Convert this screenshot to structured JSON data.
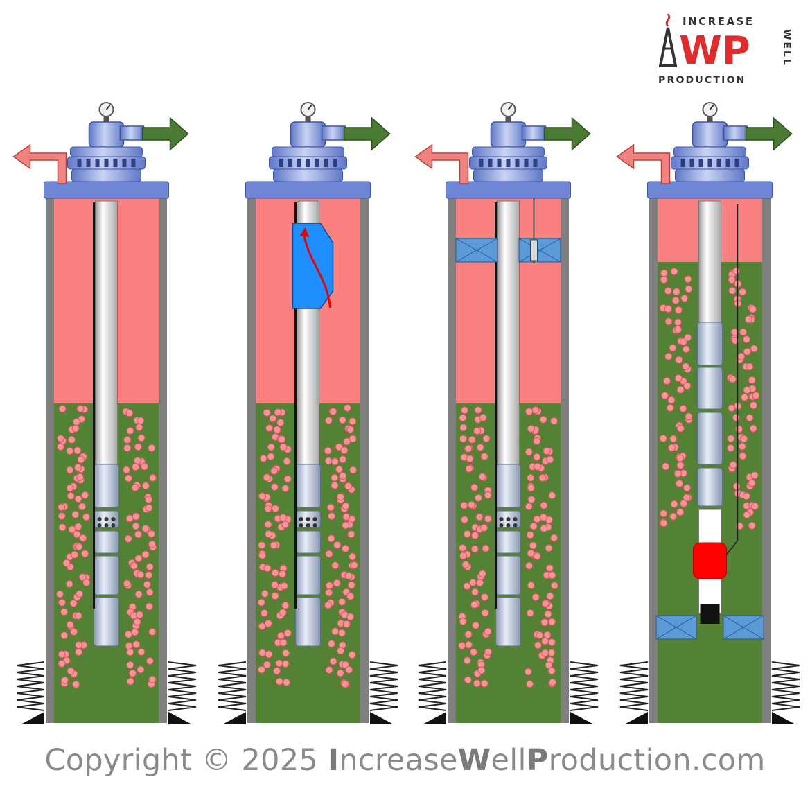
{
  "logo": {
    "top_text": "INCREASE",
    "side_text": "WELL",
    "initials": "WP",
    "bottom_text": "PRODUCTION",
    "colors": {
      "red": "#e32b2b",
      "dark": "#333333"
    }
  },
  "copyright": {
    "prefix": "Copyright © 2025 ",
    "parts": [
      {
        "text": "I",
        "bold": true
      },
      {
        "text": "ncrease",
        "bold": false
      },
      {
        "text": "W",
        "bold": true
      },
      {
        "text": "ell",
        "bold": false
      },
      {
        "text": "P",
        "bold": true
      },
      {
        "text": "roduction.com",
        "bold": false
      }
    ]
  },
  "wells": [
    {
      "id": "well-1",
      "fluid_level": "high",
      "tool": "none",
      "packer": "none",
      "arrows": [
        "casing-outlet",
        "tubing-outlet"
      ]
    },
    {
      "id": "well-2",
      "fluid_level": "high",
      "tool": "gas-lift-mandrel",
      "packer": "none",
      "arrows": [
        "tubing-outlet"
      ]
    },
    {
      "id": "well-3",
      "fluid_level": "high",
      "tool": "control-line",
      "packer": "upper",
      "arrows": [
        "casing-outlet",
        "tubing-outlet"
      ]
    },
    {
      "id": "well-4",
      "fluid_level": "low",
      "tool": "safety-valve",
      "packer": "lower",
      "arrows": [
        "casing-outlet",
        "tubing-outlet"
      ]
    }
  ],
  "colors": {
    "gas_zone": "#fb8181",
    "liquid_zone": "#548235",
    "bubbles": "#f7949a",
    "casing": "#7f7f7f",
    "wellhead": "#6f86d6",
    "gas_arrow": "#f0837f",
    "liquid_arrow": "#4a7a33",
    "packer": "#5b9bd5",
    "valve": "#ff0000"
  }
}
